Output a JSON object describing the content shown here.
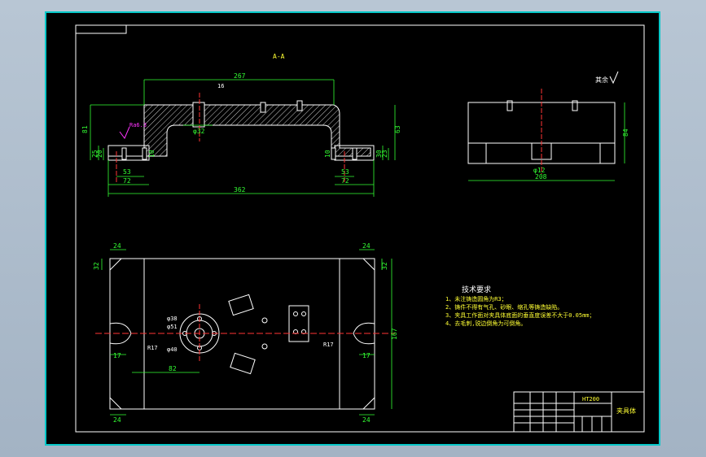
{
  "colors": {
    "background": "#a9b8c8",
    "sheet": "#000000",
    "frame": "#00c8c8",
    "outline": "#ffffff",
    "dimension": "#33ff33",
    "centerline": "#ff3333",
    "hatch": "#ffffff",
    "text": "#ffff33",
    "roughness": "#ff33ff"
  },
  "drawing": {
    "section_label": "A-A",
    "other_roughness": "其余",
    "section_view": {
      "dims": {
        "overall_top": "267",
        "overall_bottom": "362",
        "left_72": "72",
        "right_72": "72",
        "left_53": "53",
        "right_53": "53",
        "height_81": "81",
        "height_63": "63",
        "left_20": "20",
        "left_25": "25",
        "left_10": "10",
        "right_30": "30",
        "right_23": "23",
        "right_10": "10",
        "phi32": "φ32",
        "a16": "16",
        "roughness_left": "Ra6.3"
      }
    },
    "side_view": {
      "dims": {
        "width_208": "208",
        "height_84": "84",
        "bottom_note": "φ12"
      }
    },
    "plan_view": {
      "dims": {
        "corner_24_tl": "24",
        "corner_24_tr": "24",
        "corner_24_bl": "24",
        "corner_24_br": "24",
        "left_32": "32",
        "right_32": "32",
        "left_17": "17",
        "right_17": "17",
        "height_167": "167",
        "dim_82": "82",
        "phi38": "φ38",
        "phi51": "φ51",
        "phi40": "φ40",
        "r17_left": "R17",
        "r17_right": "R17"
      }
    },
    "tech_requirements": {
      "title": "技术要求",
      "items": [
        "1、未注铸造圆角为R3；",
        "2、铸件不得有气孔、砂眼、缩孔等铸造缺陷。",
        "3、夹具工作面对夹具体底面的垂直度误差不大于0.05mm；",
        "4、去毛刺,锐边倒角为可倒角。"
      ]
    },
    "title_block": {
      "material": "HT200",
      "part_name": "夹具体"
    }
  }
}
